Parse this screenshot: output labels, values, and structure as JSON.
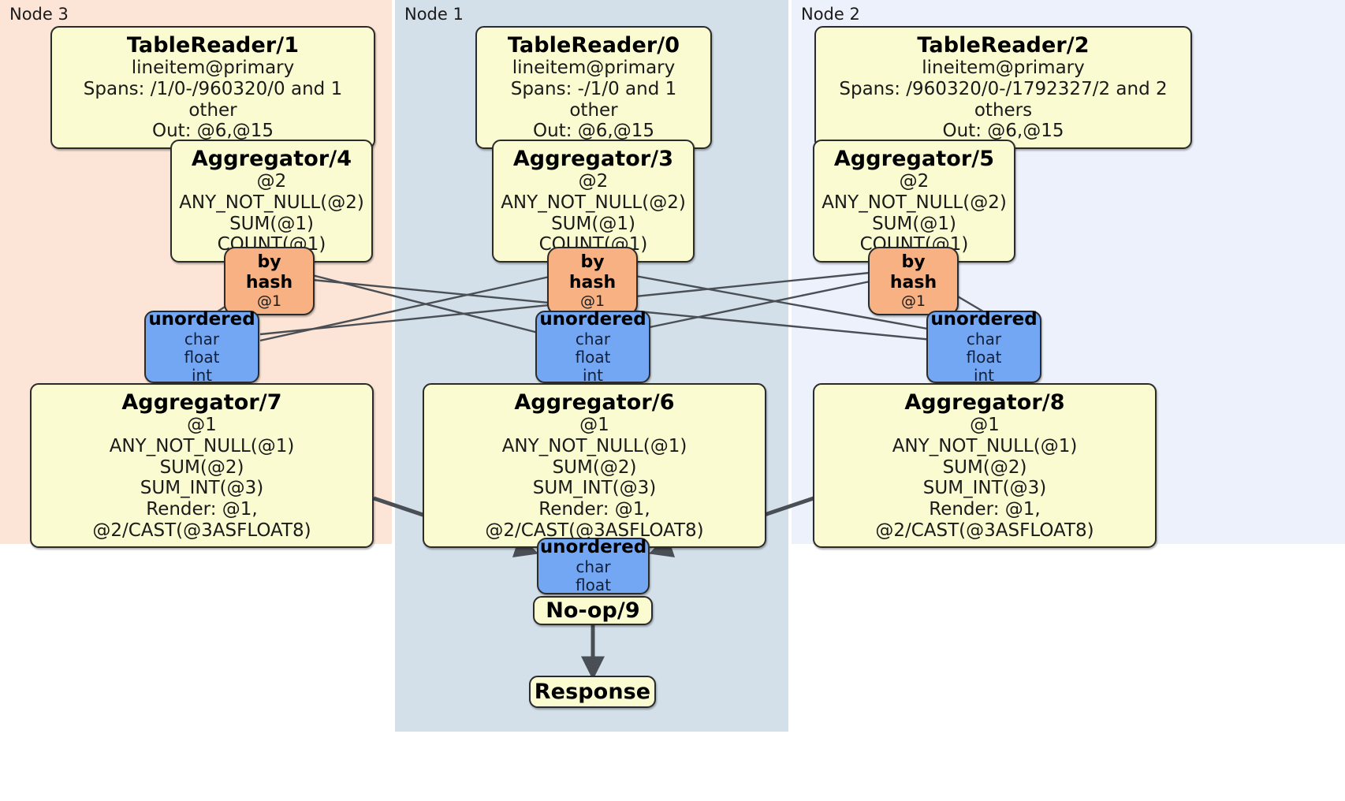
{
  "diagram": {
    "kind": "distributed-query-plan",
    "panels": [
      {
        "id": "node3",
        "label": "Node 3",
        "color": "#fce5d6"
      },
      {
        "id": "node1",
        "label": "Node 1",
        "color": "#d3e0ea"
      },
      {
        "id": "node2",
        "label": "Node 2",
        "color": "#edf1fb"
      }
    ],
    "colors": {
      "processor_fill": "#fbfbd2",
      "router_fill": "#f7b183",
      "synchronizer_fill": "#73a7f4",
      "border": "#2b2b2b",
      "edge": "#4a4f55",
      "node3_bg": "#fce5d6",
      "node1_bg": "#d3e0ea",
      "node2_bg": "#edf1fb"
    },
    "table_readers": [
      {
        "id": "tr1",
        "title": "TableReader/1",
        "index": "lineitem@primary",
        "spans": "Spans: /1/0-/960320/0 and 1 other",
        "out": "Out: @6,@15"
      },
      {
        "id": "tr0",
        "title": "TableReader/0",
        "index": "lineitem@primary",
        "spans": "Spans: -/1/0 and 1 other",
        "out": "Out: @6,@15"
      },
      {
        "id": "tr2",
        "title": "TableReader/2",
        "index": "lineitem@primary",
        "spans": "Spans: /960320/0-/1792327/2 and 2 others",
        "out": "Out: @6,@15"
      }
    ],
    "local_aggregators": [
      {
        "id": "agg4",
        "title": "Aggregator/4",
        "group": "@2",
        "aggs": [
          "ANY_NOT_NULL(@2)",
          "SUM(@1)",
          "COUNT(@1)"
        ]
      },
      {
        "id": "agg3",
        "title": "Aggregator/3",
        "group": "@2",
        "aggs": [
          "ANY_NOT_NULL(@2)",
          "SUM(@1)",
          "COUNT(@1)"
        ]
      },
      {
        "id": "agg5",
        "title": "Aggregator/5",
        "group": "@2",
        "aggs": [
          "ANY_NOT_NULL(@2)",
          "SUM(@1)",
          "COUNT(@1)"
        ]
      }
    ],
    "routers": [
      {
        "id": "hash4",
        "title": "by hash",
        "column": "@1"
      },
      {
        "id": "hash3",
        "title": "by hash",
        "column": "@1"
      },
      {
        "id": "hash5",
        "title": "by hash",
        "column": "@1"
      }
    ],
    "synchronizers": [
      {
        "id": "sync7",
        "title": "unordered",
        "types": [
          "char",
          "float",
          "int"
        ]
      },
      {
        "id": "sync6",
        "title": "unordered",
        "types": [
          "char",
          "float",
          "int"
        ]
      },
      {
        "id": "sync8",
        "title": "unordered",
        "types": [
          "char",
          "float",
          "int"
        ]
      },
      {
        "id": "syncfinal",
        "title": "unordered",
        "types": [
          "char",
          "float"
        ]
      }
    ],
    "final_aggregators": [
      {
        "id": "agg7",
        "title": "Aggregator/7",
        "group": "@1",
        "aggs": [
          "ANY_NOT_NULL(@1)",
          "SUM(@2)",
          "SUM_INT(@3)"
        ],
        "render": "Render: @1, @2/CAST(@3ASFLOAT8)"
      },
      {
        "id": "agg6",
        "title": "Aggregator/6",
        "group": "@1",
        "aggs": [
          "ANY_NOT_NULL(@1)",
          "SUM(@2)",
          "SUM_INT(@3)"
        ],
        "render": "Render: @1, @2/CAST(@3ASFLOAT8)"
      },
      {
        "id": "agg8",
        "title": "Aggregator/8",
        "group": "@1",
        "aggs": [
          "ANY_NOT_NULL(@1)",
          "SUM(@2)",
          "SUM_INT(@3)"
        ],
        "render": "Render: @1, @2/CAST(@3ASFLOAT8)"
      }
    ],
    "noop": {
      "id": "noop9",
      "title": "No-op/9"
    },
    "response": {
      "id": "response",
      "title": "Response"
    }
  }
}
